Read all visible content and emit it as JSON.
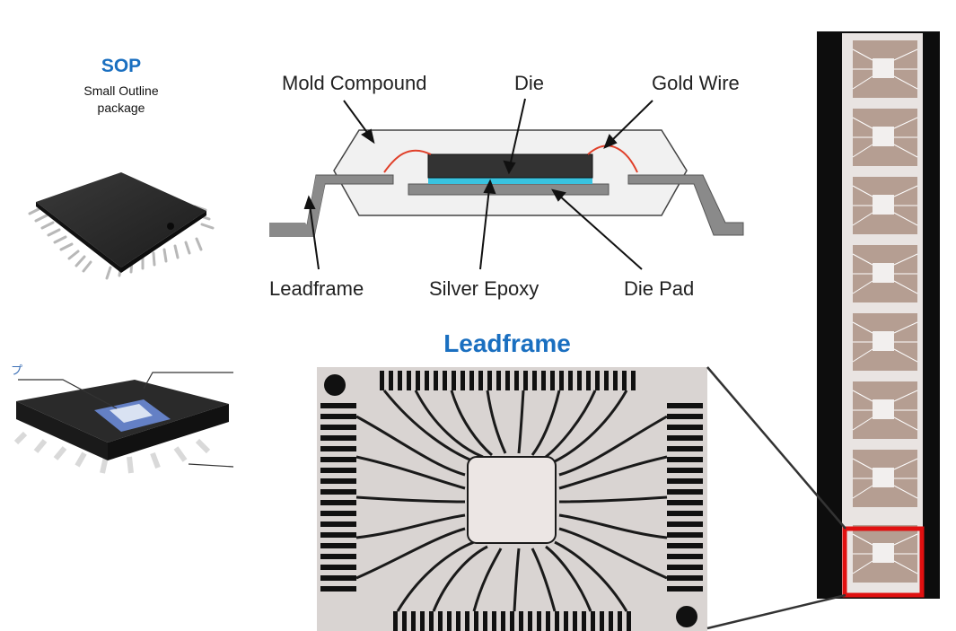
{
  "sop": {
    "title": "SOP",
    "subtitle_line1": "Small Outline",
    "subtitle_line2": "package"
  },
  "cross_section": {
    "labels": {
      "mold_compound": "Mold Compound",
      "die": "Die",
      "gold_wire": "Gold Wire",
      "leadframe": "Leadframe",
      "silver_epoxy": "Silver Epoxy",
      "die_pad": "Die Pad"
    }
  },
  "leadframe_photo": {
    "title": "Leadframe"
  },
  "cutaway": {
    "partial_label": "プ"
  },
  "colors": {
    "title_blue": "#1a6fc0",
    "gold_wire": "#e0402a",
    "silver_epoxy": "#39c3e0",
    "highlight": "#e01010",
    "mold": "#f1f1f1",
    "leadframe_metal": "#8a8a8a"
  }
}
